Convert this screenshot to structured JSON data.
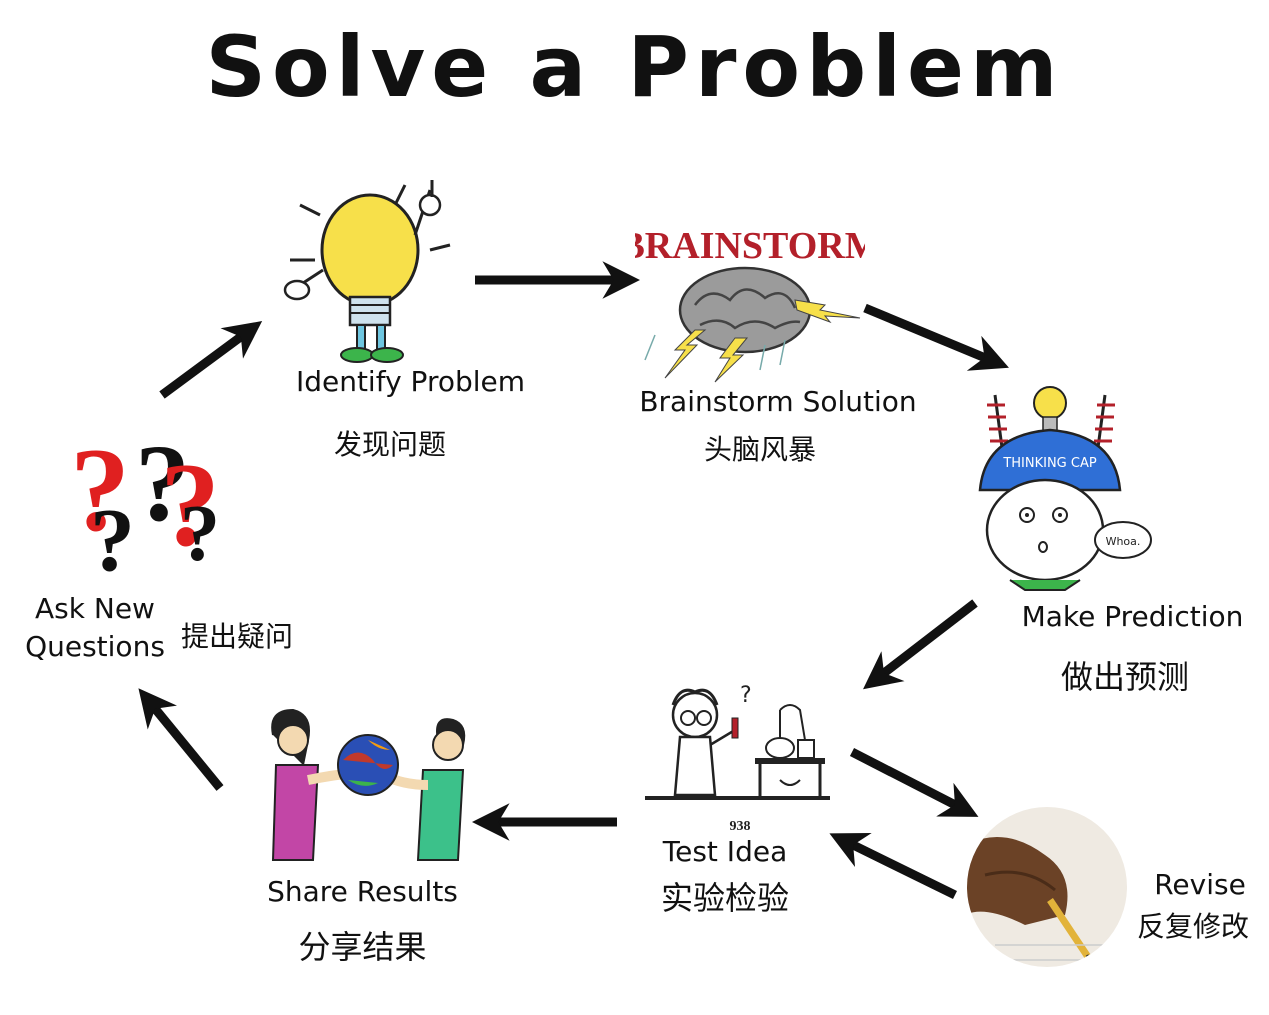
{
  "title": "Solve a Problem",
  "steps": {
    "identify": {
      "en": "Identify Problem",
      "zh": "发现问题"
    },
    "brainstorm": {
      "en": "Brainstorm Solution",
      "zh": "头脑风暴",
      "banner": "BRAINSTORM"
    },
    "predict": {
      "en": "Make Prediction",
      "zh": "做出预测",
      "cap_text": "THINKING CAP",
      "bubble": "Whoa."
    },
    "test": {
      "en": "Test Idea",
      "zh": "实验检验",
      "number": "938"
    },
    "revise": {
      "en": "Revise",
      "zh": "反复修改"
    },
    "share": {
      "en": "Share Results",
      "zh": "分享结果"
    },
    "ask": {
      "en_line1": "Ask New",
      "en_line2": "Questions",
      "zh": "提出疑问"
    }
  },
  "icons": [
    "lightbulb-character-icon",
    "storm-brain-icon",
    "thinking-cap-icon",
    "scientist-lab-icon",
    "writing-hand-icon",
    "sharing-globe-icon",
    "question-marks-icon"
  ]
}
